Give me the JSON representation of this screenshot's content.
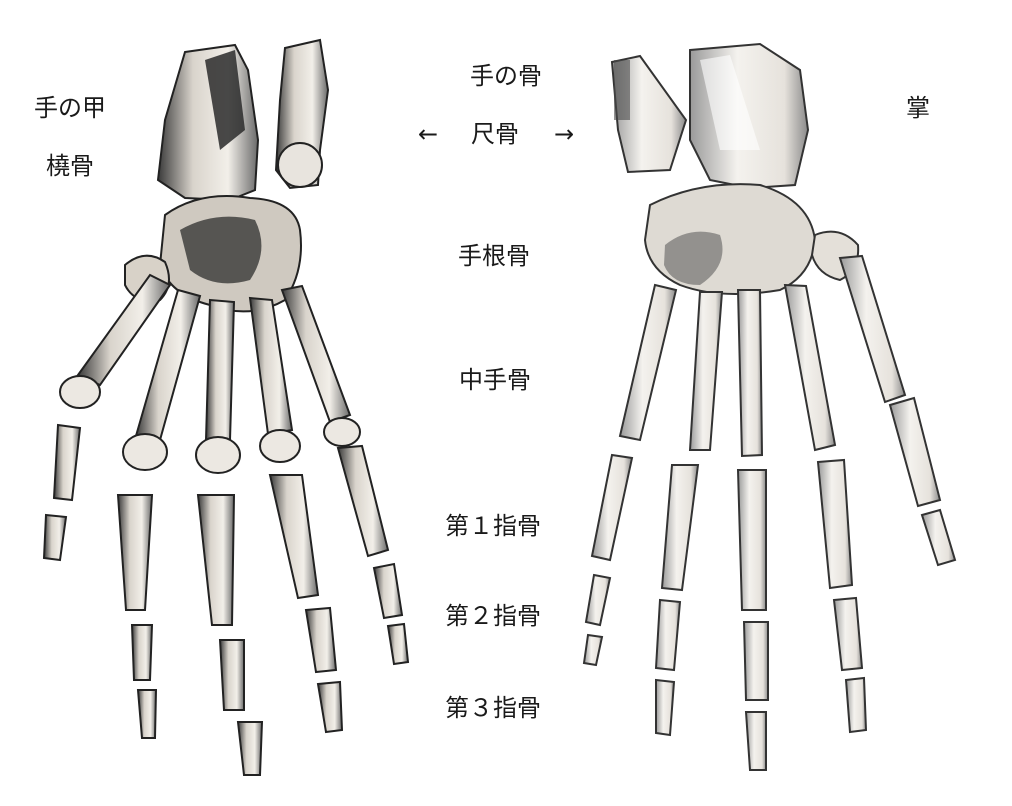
{
  "labels": {
    "hand_bones": "手の骨",
    "back_of_hand": "手の甲",
    "palm": "掌",
    "ulna": "尺骨",
    "radius": "橈骨",
    "arrow_left": "←",
    "arrow_right": "→",
    "carpal": "手根骨",
    "metacarpal": "中手骨",
    "phalanx_1": "第１指骨",
    "phalanx_2": "第２指骨",
    "phalanx_3": "第３指骨"
  },
  "colors": {
    "background": "#ffffff",
    "bone_fill": "#ece8e2",
    "bone_shadow": "#2a2a2a",
    "text": "#1a1a1a"
  }
}
